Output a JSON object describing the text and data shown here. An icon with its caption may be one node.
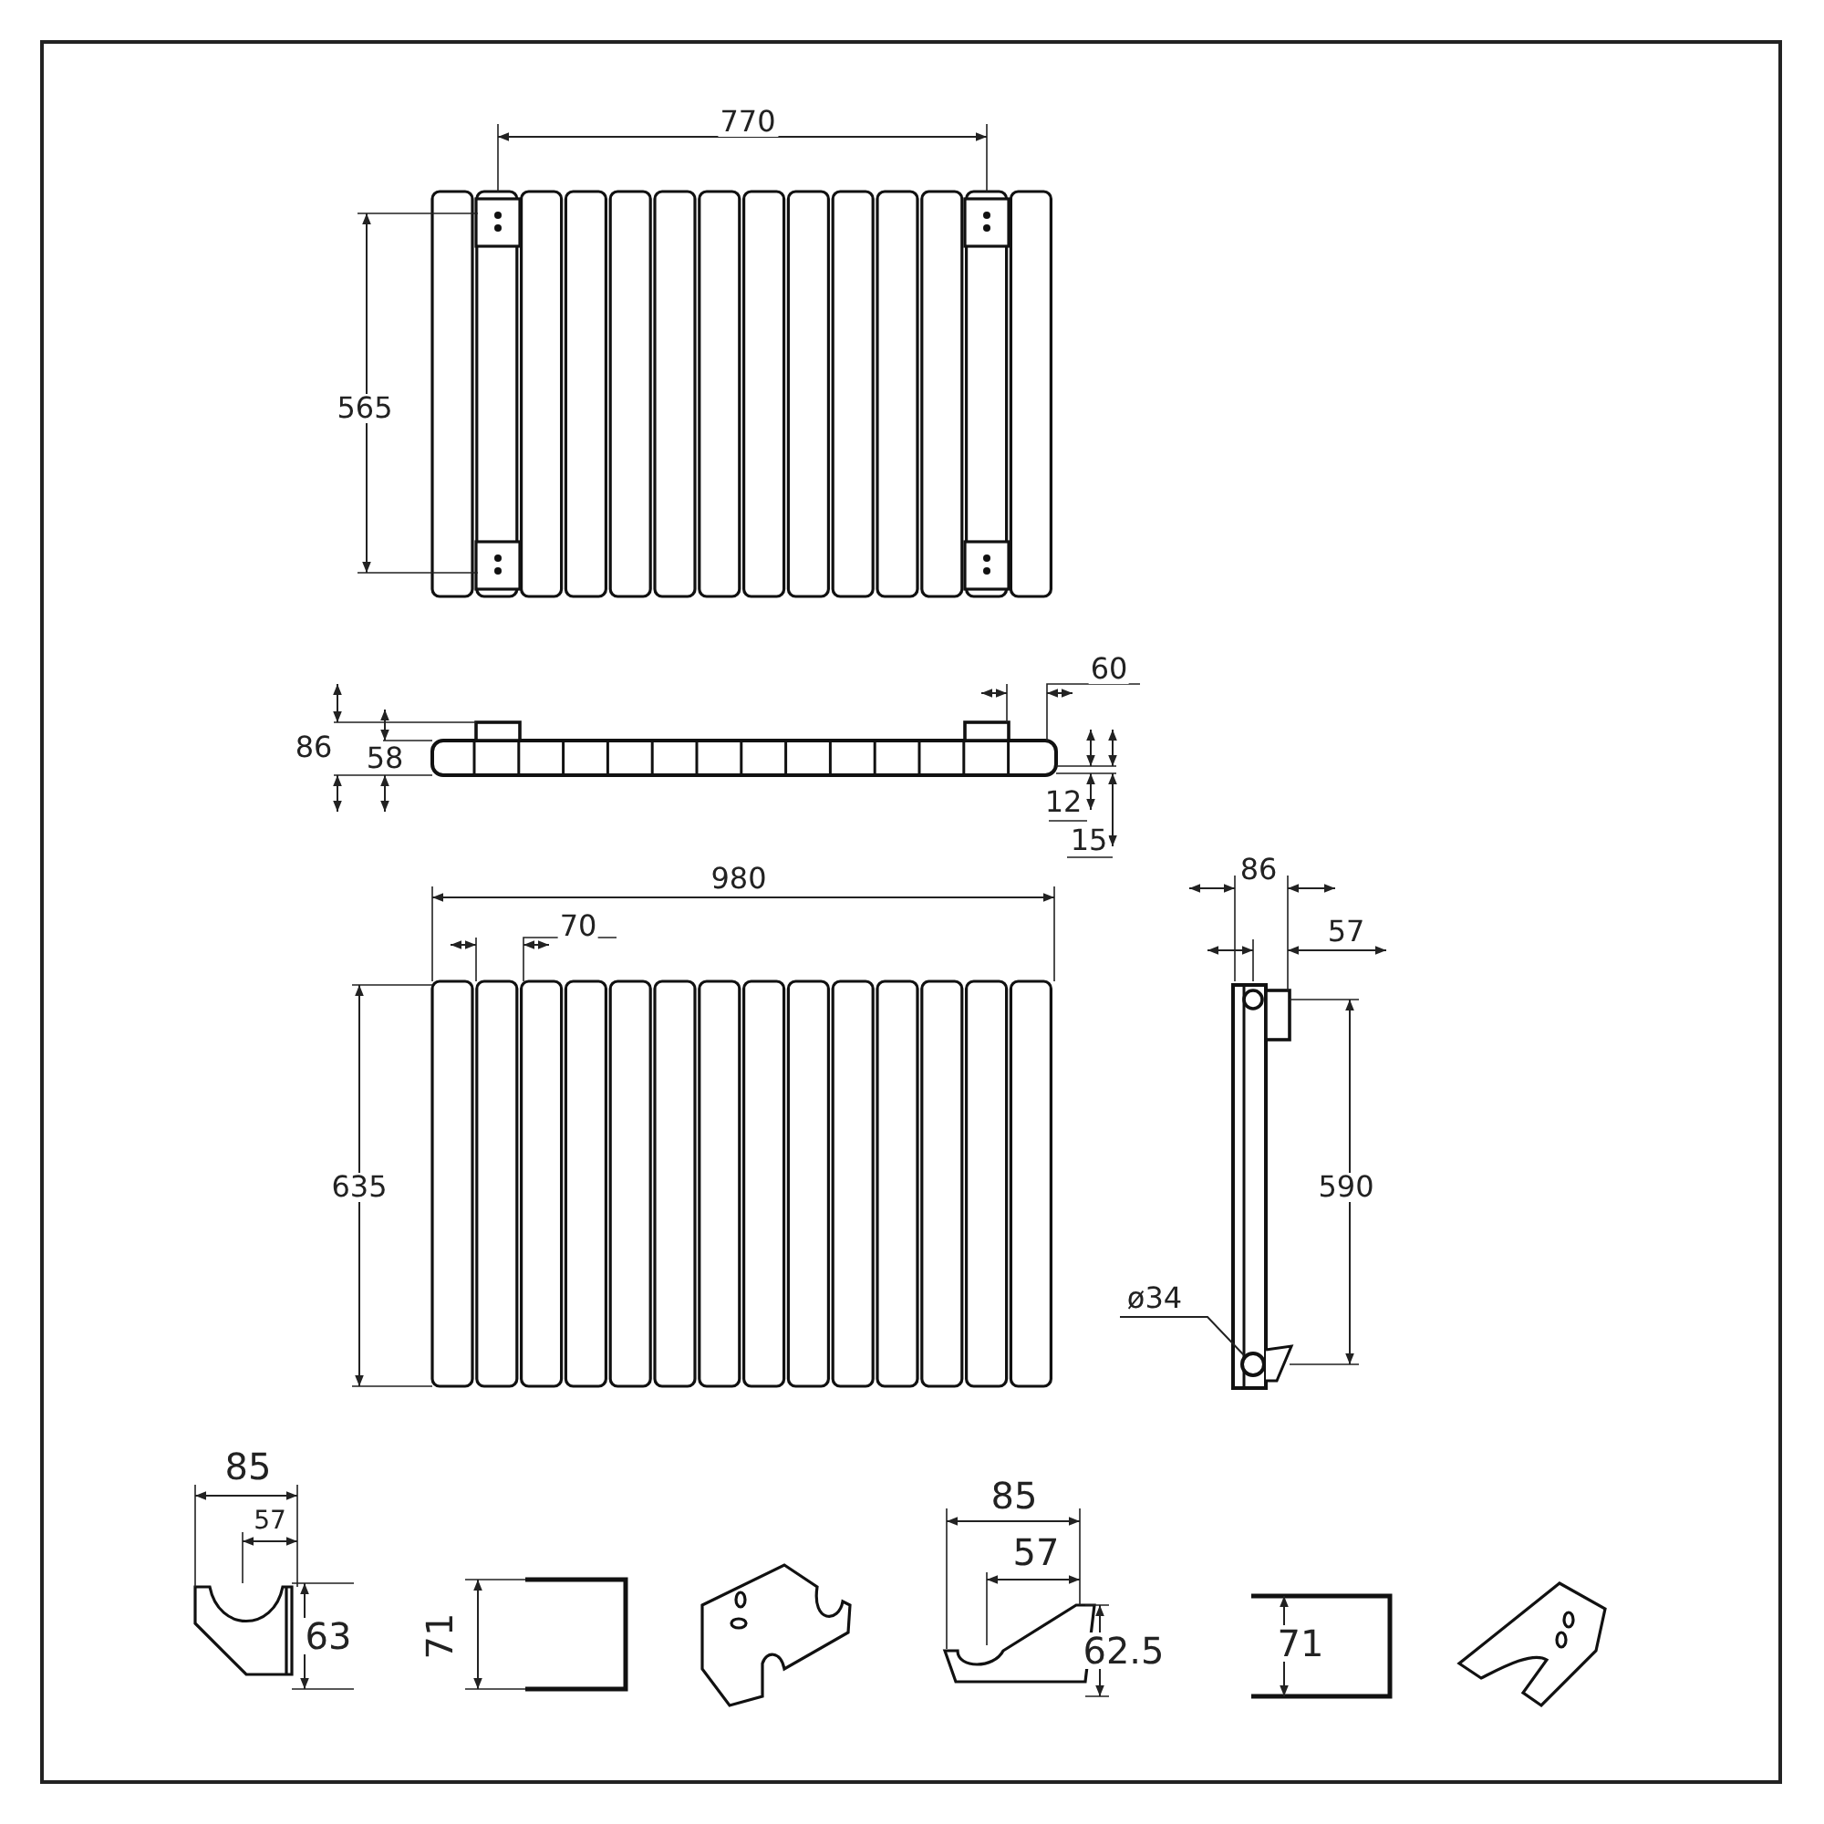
{
  "diagram": {
    "nodes": [
      {
        "text": [
          "ø34"
        ]
      },
      {
        "text": [],
        "shape": "circle"
      }
    ],
    "edges": [
      {
        "from": 0,
        "to": 1,
        "arrow": "none"
      }
    ],
    "labels": [
      "770",
      "565",
      "60",
      "86",
      "58",
      "12",
      "15",
      "980",
      "70",
      "86",
      "57",
      "635",
      "590",
      "85",
      "57",
      "63",
      "71",
      "85",
      "57",
      "62.5",
      "71"
    ]
  }
}
